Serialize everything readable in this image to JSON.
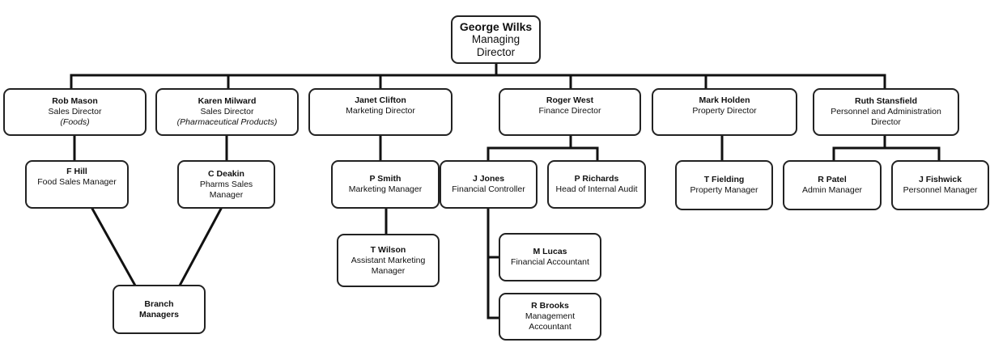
{
  "nodes": {
    "george_wilks": {
      "name": "George Wilks",
      "title_line1": "Managing",
      "title_line2": "Director"
    },
    "rob_mason": {
      "name": "Rob Mason",
      "title": "Sales Director",
      "note": "(Foods)"
    },
    "karen_milward": {
      "name": "Karen Milward",
      "title": "Sales Director",
      "note": "(Pharmaceutical Products)"
    },
    "janet_clifton": {
      "name": "Janet Clifton",
      "title": "Marketing Director"
    },
    "roger_west": {
      "name": "Roger West",
      "title": "Finance Director"
    },
    "mark_holden": {
      "name": "Mark Holden",
      "title": "Property Director"
    },
    "ruth_stansfield": {
      "name": "Ruth Stansfield",
      "title_line1": "Personnel and Administration",
      "title_line2": "Director"
    },
    "f_hill": {
      "name": "F Hill",
      "title": "Food Sales Manager"
    },
    "c_deakin": {
      "name": "C Deakin",
      "title_line1": "Pharms Sales",
      "title_line2": "Manager"
    },
    "p_smith": {
      "name": "P Smith",
      "title": "Marketing Manager"
    },
    "j_jones": {
      "name": "J Jones",
      "title": "Financial Controller"
    },
    "p_richards": {
      "name": "P Richards",
      "title": "Head of Internal Audit"
    },
    "t_fielding": {
      "name": "T Fielding",
      "title": "Property Manager"
    },
    "r_patel": {
      "name": "R Patel",
      "title": "Admin Manager"
    },
    "j_fishwick": {
      "name": "J Fishwick",
      "title": "Personnel Manager"
    },
    "t_wilson": {
      "name": "T Wilson",
      "title_line1": "Assistant Marketing",
      "title_line2": "Manager"
    },
    "m_lucas": {
      "name": "M Lucas",
      "title": "Financial Accountant"
    },
    "r_brooks": {
      "name": "R Brooks",
      "title_line1": "Management",
      "title_line2": "Accountant"
    },
    "branch_managers": {
      "name_line1": "Branch",
      "name_line2": "Managers"
    }
  },
  "colors": {
    "line": "#111111",
    "box_border": "#222222",
    "background": "#ffffff"
  }
}
